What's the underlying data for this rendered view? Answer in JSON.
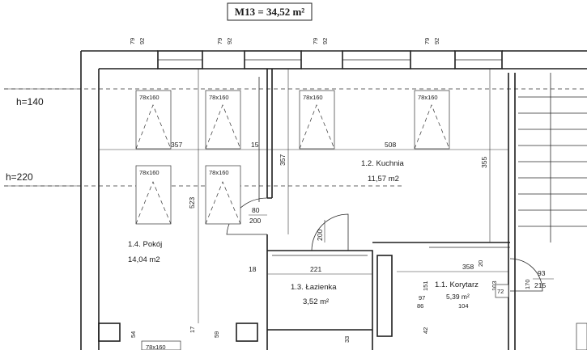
{
  "title": "M13 = 34,52 m²",
  "heights": {
    "upper": "h=140",
    "lower": "h=220"
  },
  "window_size": "78x160",
  "rooms": [
    {
      "name": "1.4. Pokój",
      "area": "14,04 m2"
    },
    {
      "name": "1.2. Kuchnia",
      "area": "11,57 m2"
    },
    {
      "name": "1.3. Łazienka",
      "area": "3,52 m²"
    },
    {
      "name": "1.1. Korytarz",
      "area": "5,39 m²"
    }
  ],
  "dimensions": {
    "top_window_a": "79",
    "top_window_b": "92",
    "pokoj_width": "357",
    "wall_15": "15",
    "kuchnia_width": "508",
    "pokoj_height": "523",
    "wall_357": "357",
    "kuchnia_height": "355",
    "door_width_80": "80",
    "door_height_200": "200",
    "door_200_vertical": "200",
    "lazienka_width": "221",
    "wall_18": "18",
    "korytarz_358": "358",
    "wall_20": "20",
    "wall_103": "103",
    "dim_151": "151",
    "dim_97": "97",
    "dim_86": "86",
    "dim_42": "42",
    "dim_72": "72",
    "dim_104": "104",
    "dim_170": "170",
    "door_93": "93",
    "door_215": "215",
    "bottom_54": "54",
    "bottom_17": "17",
    "bottom_59": "59",
    "bottom_33": "33"
  }
}
